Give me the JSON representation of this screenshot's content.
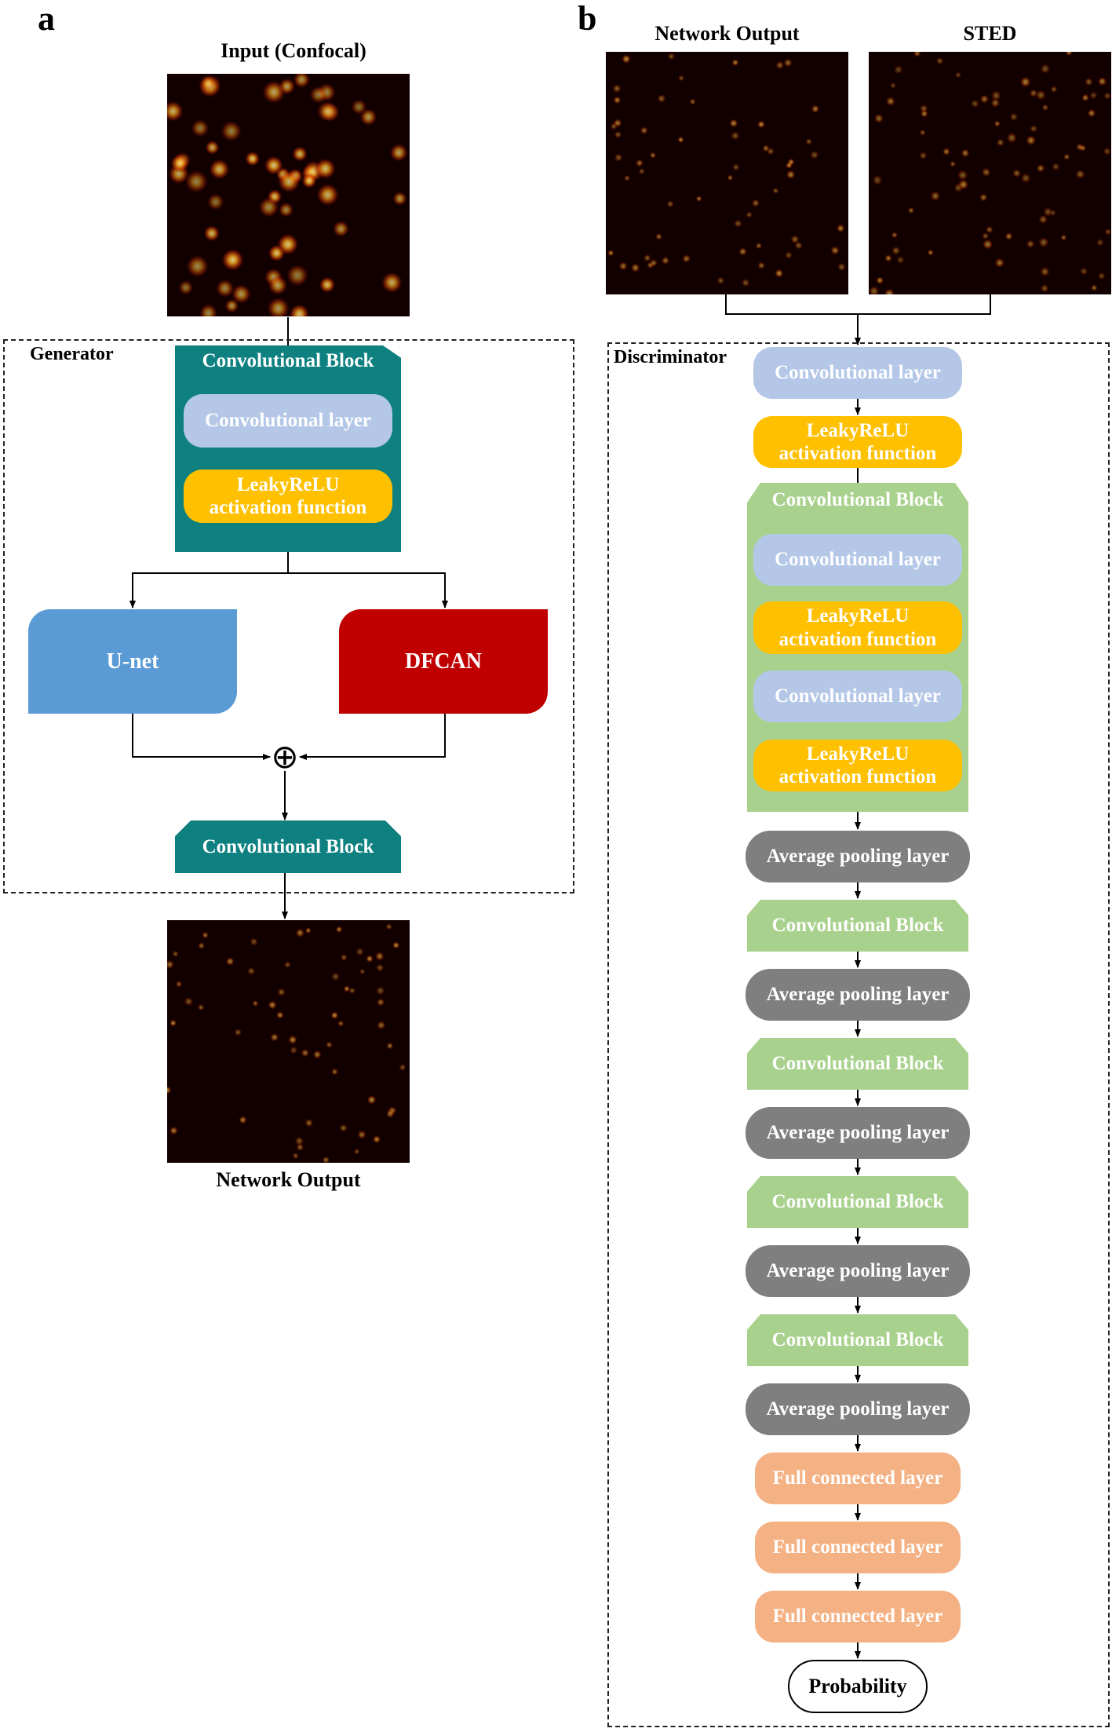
{
  "panel_a": {
    "letter": "a",
    "input_title": "Input (Confocal)",
    "output_title": "Network Output",
    "generator": {
      "title": "Generator",
      "conv_block_label": "Convolutional Block",
      "conv_layer": "Convolutional layer",
      "leaky_line1": "LeakyReLU",
      "leaky_line2": "activation function",
      "unet": "U-net",
      "dfcan": "DFCAN",
      "sum_symbol": "⊕",
      "final_conv_block": "Convolutional Block"
    }
  },
  "panel_b": {
    "letter": "b",
    "network_output_title": "Network Output",
    "sted_title": "STED",
    "discriminator": {
      "title": "Discriminator",
      "conv_layer": "Convolutional layer",
      "leaky_line1": "LeakyReLU",
      "leaky_line2": "activation function",
      "conv_block_label": "Convolutional Block",
      "inner_conv_layer_1": "Convolutional layer",
      "inner_leaky_1_line1": "LeakyReLU",
      "inner_leaky_1_line2": "activation function",
      "inner_conv_layer_2": "Convolutional layer",
      "inner_leaky_2_line1": "LeakyReLU",
      "inner_leaky_2_line2": "activation function",
      "pool_1": "Average pooling layer",
      "conv_block_2": "Convolutional Block",
      "pool_2": "Average pooling layer",
      "conv_block_3": "Convolutional Block",
      "pool_3": "Average pooling layer",
      "conv_block_4": "Convolutional Block",
      "pool_4": "Average pooling layer",
      "conv_block_5": "Convolutional Block",
      "pool_5": "Average pooling layer",
      "fc_1": "Full connected layer",
      "fc_2": "Full connected layer",
      "fc_3": "Full connected layer",
      "output": "Probability"
    }
  },
  "colors": {
    "teal_block": "#0e8080",
    "green_block": "#a9d18e",
    "conv_layer": "#b4c7e7",
    "leaky_relu": "#ffc000",
    "pooling": "#7f7f7f",
    "fully_connected": "#f4b183",
    "unet": "#5b9bd5",
    "dfcan": "#c00000"
  }
}
